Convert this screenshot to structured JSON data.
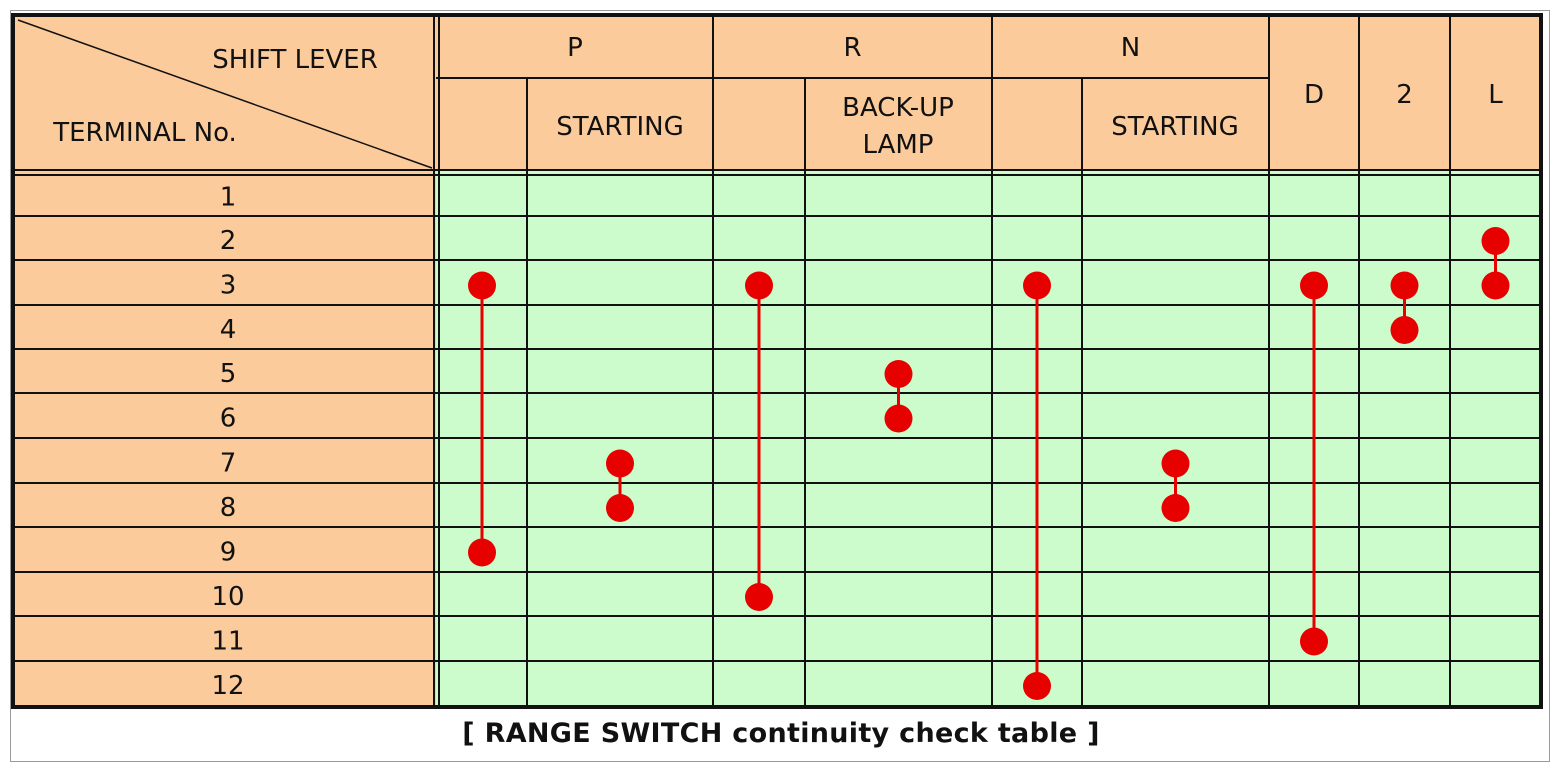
{
  "header": {
    "corner_top": "SHIFT LEVER",
    "corner_bottom": "TERMINAL No.",
    "groups": [
      {
        "label": "P",
        "subs": [
          "",
          "STARTING"
        ]
      },
      {
        "label": "R",
        "subs": [
          "",
          "BACK-UP LAMP"
        ]
      },
      {
        "label": "N",
        "subs": [
          "",
          "STARTING"
        ]
      },
      {
        "label": "D",
        "subs": null
      },
      {
        "label": "2",
        "subs": null
      },
      {
        "label": "L",
        "subs": null
      }
    ]
  },
  "terminals": [
    "1",
    "2",
    "3",
    "4",
    "5",
    "6",
    "7",
    "8",
    "9",
    "10",
    "11",
    "12"
  ],
  "columns": [
    "P",
    "P STARTING",
    "R",
    "R BACK-UP LAMP",
    "N",
    "N STARTING",
    "D",
    "2",
    "L"
  ],
  "continuity": [
    {
      "column": "P",
      "from_terminal": "3",
      "to_terminal": "9"
    },
    {
      "column": "P STARTING",
      "from_terminal": "7",
      "to_terminal": "8"
    },
    {
      "column": "R",
      "from_terminal": "3",
      "to_terminal": "10"
    },
    {
      "column": "R BACK-UP LAMP",
      "from_terminal": "5",
      "to_terminal": "6"
    },
    {
      "column": "N",
      "from_terminal": "3",
      "to_terminal": "12"
    },
    {
      "column": "N STARTING",
      "from_terminal": "7",
      "to_terminal": "8"
    },
    {
      "column": "D",
      "from_terminal": "3",
      "to_terminal": "11"
    },
    {
      "column": "2",
      "from_terminal": "3",
      "to_terminal": "4"
    },
    {
      "column": "L",
      "from_terminal": "2",
      "to_terminal": "3"
    }
  ],
  "caption": "[ RANGE SWITCH continuity check table ]",
  "colors": {
    "header_bg": "#fccb9c",
    "grid_bg": "#ccfccc",
    "line": "#111111",
    "connection": "#e60000"
  }
}
